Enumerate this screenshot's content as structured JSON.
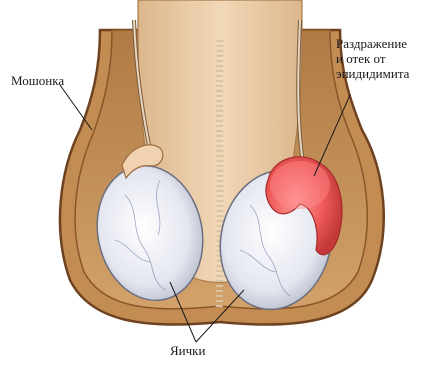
{
  "labels": {
    "scrotum": "Мошонка",
    "epididymis_line1": "Раздражение",
    "epididymis_line2": "и отек от",
    "epididymis_line3": "эпидидимита",
    "testes": "Яички"
  },
  "colors": {
    "scrotum_outer": "#b8844a",
    "scrotum_inner": "#8a5628",
    "cavity": "#c9965c",
    "penis": "#e8c9a2",
    "testis": "#eef0f6",
    "inflamed": "#f06a6a",
    "epididymis_normal": "#f0d2b0"
  }
}
